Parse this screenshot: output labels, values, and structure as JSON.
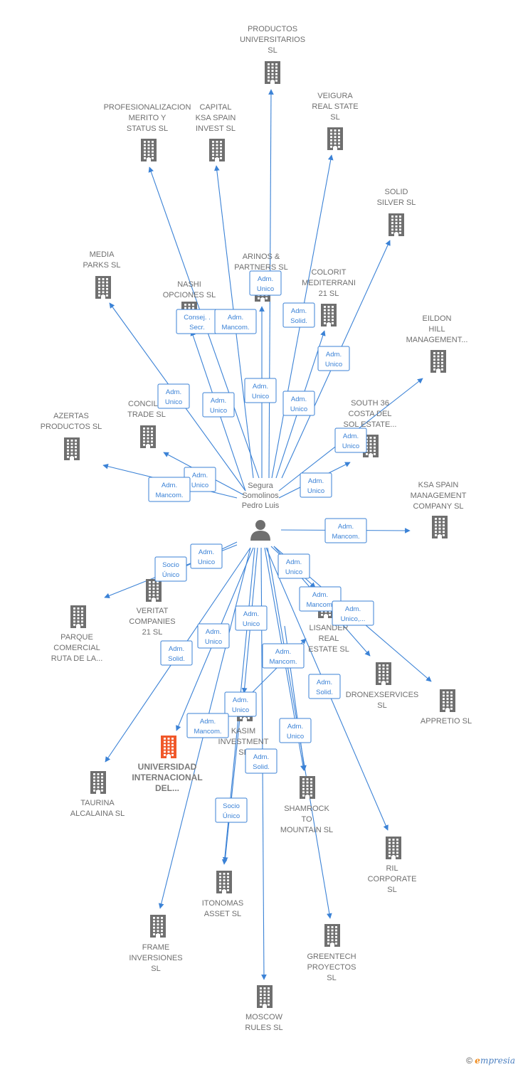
{
  "center": {
    "lines": [
      "Segura",
      "Somolinos",
      "Pedro Luis"
    ]
  },
  "colors": {
    "edge": "#3b82d6",
    "building": "#6f6f6f",
    "highlight": "#f0582a"
  },
  "companies": [
    {
      "id": "productos-universitarios",
      "lines": [
        "PRODUCTOS",
        "UNIVERSITARIOS",
        "SL"
      ]
    },
    {
      "id": "profesionalizacion",
      "lines": [
        "PROFESIONALIZACION",
        "MERITO Y",
        "STATUS  SL"
      ]
    },
    {
      "id": "capital-ksa",
      "lines": [
        "CAPITAL",
        "KSA SPAIN",
        "INVEST  SL"
      ]
    },
    {
      "id": "veigura",
      "lines": [
        "VEIGURA",
        "REAL STATE",
        "SL"
      ]
    },
    {
      "id": "solid-silver",
      "lines": [
        "SOLID",
        "SILVER SL"
      ]
    },
    {
      "id": "media-parks",
      "lines": [
        "MEDIA",
        "PARKS  SL"
      ]
    },
    {
      "id": "arinos",
      "lines": [
        "ARINOS &",
        "PARTNERS  SL"
      ]
    },
    {
      "id": "nashi",
      "lines": [
        "NASHI",
        "OPCIONES SL"
      ]
    },
    {
      "id": "colorit",
      "lines": [
        "COLORIT",
        "MEDITERRANI",
        "21 SL"
      ]
    },
    {
      "id": "eildon",
      "lines": [
        "EILDON",
        "HILL",
        "MANAGEMENT..."
      ]
    },
    {
      "id": "concilia",
      "lines": [
        "CONCILIA",
        "TRADE SL"
      ]
    },
    {
      "id": "azertas",
      "lines": [
        "AZERTAS",
        "PRODUCTOS SL"
      ]
    },
    {
      "id": "south36",
      "lines": [
        "SOUTH 36",
        "COSTA DEL",
        "SOL ESTATE..."
      ]
    },
    {
      "id": "ksa-management",
      "lines": [
        "KSA SPAIN",
        "MANAGEMENT",
        "COMPANY  SL"
      ]
    },
    {
      "id": "veritat",
      "lines": [
        "VERITAT",
        "COMPANIES",
        "21 SL"
      ]
    },
    {
      "id": "parque",
      "lines": [
        "PARQUE",
        "COMERCIAL",
        "RUTA DE LA..."
      ]
    },
    {
      "id": "lisander",
      "lines": [
        "LISANDER",
        "REAL",
        "ESTATE  SL"
      ]
    },
    {
      "id": "dronex",
      "lines": [
        "DRONEXSERVICES",
        "SL"
      ]
    },
    {
      "id": "appretio",
      "lines": [
        "APPRETIO SL"
      ]
    },
    {
      "id": "kasim",
      "lines": [
        "KASIM",
        "INVESTMENT",
        "SL"
      ]
    },
    {
      "id": "universidad",
      "lines": [
        "UNIVERSIDAD",
        "INTERNACIONAL",
        "DEL..."
      ]
    },
    {
      "id": "taurina",
      "lines": [
        "TAURINA",
        "ALCALAINA  SL"
      ]
    },
    {
      "id": "shamrock",
      "lines": [
        "SHAMROCK",
        "TO",
        "MOUNTAIN  SL"
      ]
    },
    {
      "id": "ril",
      "lines": [
        "RIL",
        "CORPORATE",
        "SL"
      ]
    },
    {
      "id": "itonomas",
      "lines": [
        "ITONOMAS",
        "ASSET  SL"
      ]
    },
    {
      "id": "frame",
      "lines": [
        "FRAME",
        "INVERSIONES",
        "SL"
      ]
    },
    {
      "id": "greentech",
      "lines": [
        "GREENTECH",
        "PROYECTOS",
        "SL"
      ]
    },
    {
      "id": "moscow",
      "lines": [
        "MOSCOW",
        "RULES  SL"
      ]
    }
  ],
  "relations": [
    {
      "lines": [
        "Adm.",
        "Unico"
      ]
    },
    {
      "lines": [
        "Consej. .",
        "Secr."
      ]
    },
    {
      "lines": [
        "Adm.",
        "Mancom."
      ]
    },
    {
      "lines": [
        "Adm.",
        "Solid."
      ]
    },
    {
      "lines": [
        "Adm.",
        "Unico"
      ]
    },
    {
      "lines": [
        "Adm.",
        "Unico"
      ]
    },
    {
      "lines": [
        "Adm.",
        "Unico"
      ]
    },
    {
      "lines": [
        "Adm.",
        "Unico"
      ]
    },
    {
      "lines": [
        "Adm.",
        "Unico"
      ]
    },
    {
      "lines": [
        "Adm.",
        "Unico"
      ]
    },
    {
      "lines": [
        "Adm.",
        "Unico"
      ]
    },
    {
      "lines": [
        "Adm.",
        "Mancom."
      ]
    },
    {
      "lines": [
        "Adm.",
        "Unico"
      ]
    },
    {
      "lines": [
        "Adm.",
        "Mancom."
      ]
    },
    {
      "lines": [
        "Adm.",
        "Unico"
      ]
    },
    {
      "lines": [
        "Socio",
        "Único"
      ]
    },
    {
      "lines": [
        "Adm.",
        "Unico"
      ]
    },
    {
      "lines": [
        "Adm.",
        "Mancom."
      ]
    },
    {
      "lines": [
        "Adm.",
        "Unico,..."
      ]
    },
    {
      "lines": [
        "Adm.",
        "Unico"
      ]
    },
    {
      "lines": [
        "Adm.",
        "Unico"
      ]
    },
    {
      "lines": [
        "Adm.",
        "Solid."
      ]
    },
    {
      "lines": [
        "Adm.",
        "Mancom."
      ]
    },
    {
      "lines": [
        "Adm.",
        "Unico"
      ]
    },
    {
      "lines": [
        "Adm.",
        "Solid."
      ]
    },
    {
      "lines": [
        "Adm.",
        "Mancom."
      ]
    },
    {
      "lines": [
        "Adm.",
        "Unico"
      ]
    },
    {
      "lines": [
        "Adm.",
        "Solid."
      ]
    },
    {
      "lines": [
        "Socio",
        "Único"
      ]
    }
  ],
  "footer": {
    "copyright": "©",
    "brand_first": "e",
    "brand_rest": "mpresia"
  }
}
